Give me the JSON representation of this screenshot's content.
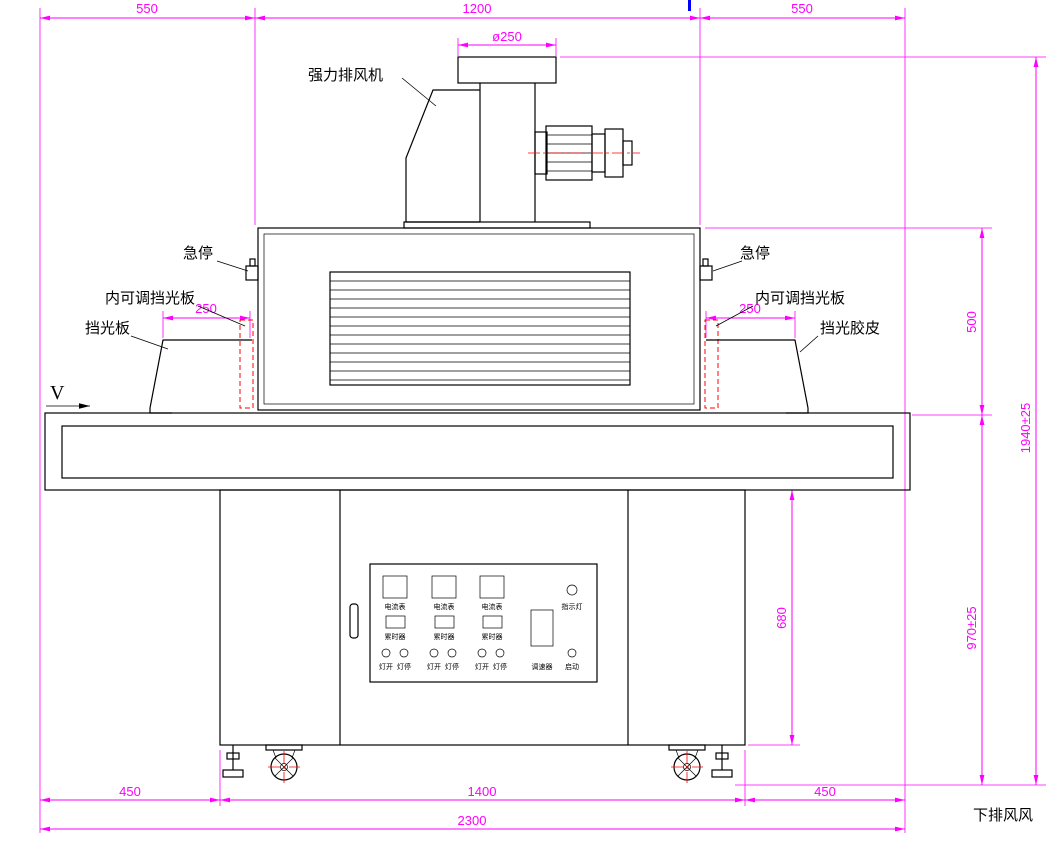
{
  "drawing_title": "UV curing machine front view technical drawing",
  "colors": {
    "dimension": "#ff00ff",
    "line": "#000000",
    "centerline_red": "#ff0000",
    "blue_mark": "#0000ff"
  },
  "dims": {
    "top_left": "550",
    "top_center": "1200",
    "top_right": "550",
    "fan_diameter": "ø250",
    "left_shield": "250",
    "right_shield": "250",
    "uv_box_height": "500",
    "total_height": "1940±25",
    "table_height": "970±25",
    "cabinet_height": "680",
    "bottom_left": "450",
    "bottom_center": "1400",
    "bottom_right": "450",
    "overall_width": "2300"
  },
  "labels": {
    "exhaust_fan": "强力排风机",
    "emergency_stop_left": "急停",
    "emergency_stop_right": "急停",
    "inner_adjustable_shield_left": "内可调挡光板",
    "inner_adjustable_shield_right": "内可调挡光板",
    "light_shield": "挡光板",
    "light_shield_rubber": "挡光胶皮",
    "direction": "V",
    "bottom_exhaust_note": "下排风风"
  },
  "control_panel": {
    "ammeter": "电流表",
    "timer": "累时器",
    "indicator_lamp": "指示灯",
    "lamp_on": "灯开",
    "lamp_off": "灯停",
    "speed_controller": "调速器",
    "start": "启动"
  }
}
